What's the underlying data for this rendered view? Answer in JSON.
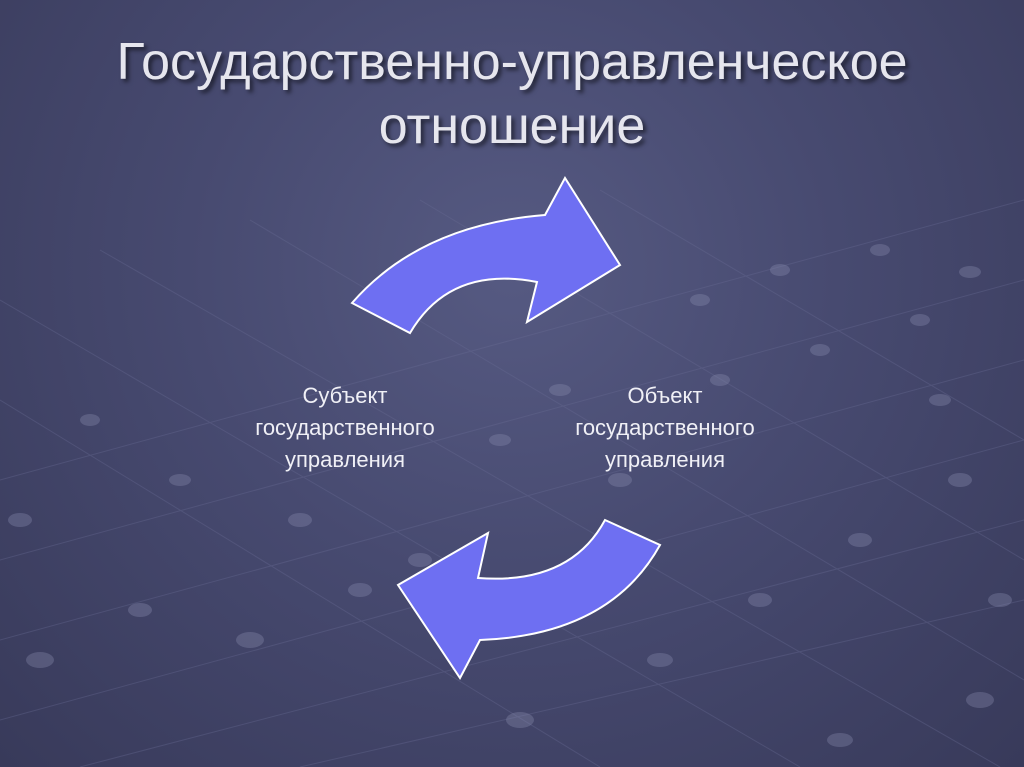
{
  "slide": {
    "title_line1": "Государственно-управленческое",
    "title_line2": "отношение"
  },
  "diagram": {
    "subject": {
      "line1": "Субъект",
      "line2": "государственного",
      "line3": "управления"
    },
    "object": {
      "line1": "Объект",
      "line2": "государственного",
      "line3": "управления"
    },
    "arrow_color": "#6e6ff2",
    "arrow_outline": "#ffffff",
    "text_color": "#f0f0f6"
  }
}
